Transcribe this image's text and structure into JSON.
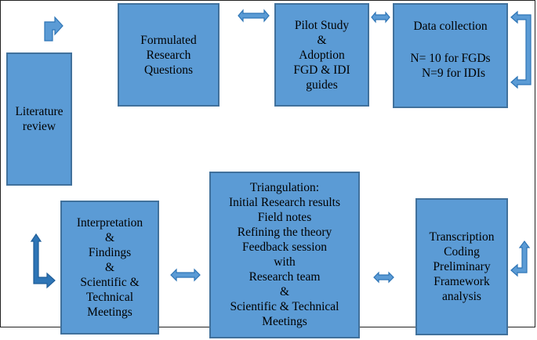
{
  "diagram": {
    "boxes": {
      "literature_review": [
        "Literature",
        "review"
      ],
      "formulated_questions": [
        "Formulated",
        "Research",
        "Questions"
      ],
      "pilot_study": [
        "Pilot Study",
        "&",
        "Adoption",
        "FGD & IDI",
        "guides"
      ],
      "data_collection": {
        "title": "Data collection",
        "lines": [
          "N= 10 for FGDs",
          "N=9 for IDIs"
        ]
      },
      "interpretation": [
        "Interpretation",
        "&",
        "Findings",
        "&",
        "Scientific &",
        "Technical",
        "Meetings"
      ],
      "triangulation": [
        "Triangulation:",
        "Initial Research results",
        "Field notes",
        "Refining the theory",
        "Feedback session",
        "with",
        "Research team",
        "&",
        "Scientific & Technical",
        "Meetings"
      ],
      "transcription": [
        "Transcription",
        "Coding",
        "Preliminary",
        "Framework",
        "analysis"
      ]
    },
    "colors": {
      "box_fill": "#5b9bd5",
      "box_border": "#41719c",
      "arrow_fill": "#5b9bd5",
      "arrow_stroke": "#2e75b6"
    }
  }
}
